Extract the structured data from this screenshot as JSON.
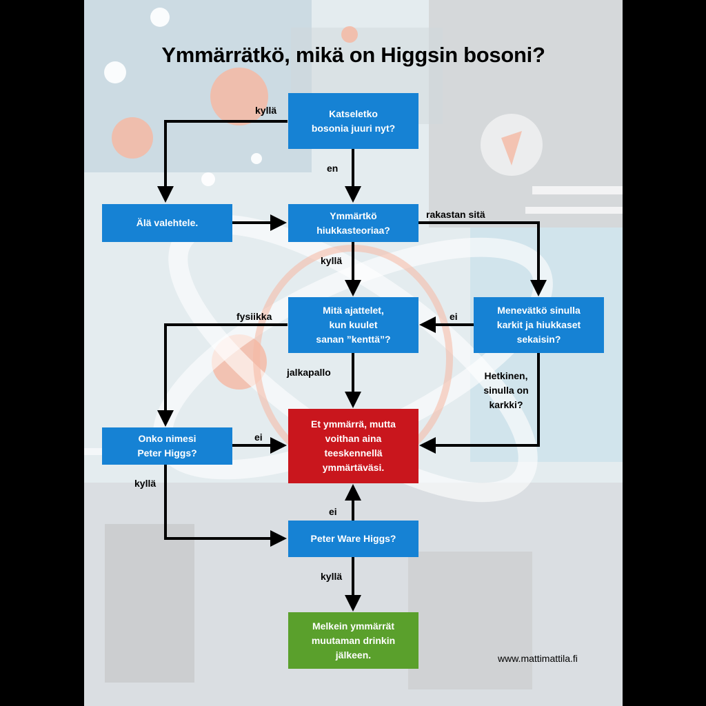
{
  "title": "Ymmärrätkö, mikä on Higgsin bosoni?",
  "credit": "www.mattimattila.fi",
  "colors": {
    "box_blue": "#1682d4",
    "box_red": "#c9161d",
    "box_green": "#5aa02c",
    "arrow": "#000000"
  },
  "nodes": {
    "watching": "Katseletko\nbosonia juuri nyt?",
    "dont_lie": "Älä valehtele.",
    "particle_theory": "Ymmärtkö\nhiukkasteoriaa?",
    "field": "Mitä ajattelet,\nkun kuulet\nsanan ”kenttä”?",
    "candy_mixup": "Menevätkö sinulla\nkarkit ja hiukkaset\nsekaisin?",
    "peter_higgs": "Onko nimesi\nPeter Higgs?",
    "pretend": "Et ymmärrä, mutta\nvoithan aina\nteeskennellä\nymmärtäväsi.",
    "peter_ware": "Peter Ware Higgs?",
    "almost": "Melkein ymmärrät\nmuutaman drinkin\njälkeen."
  },
  "labels": {
    "yes_top": "kyllä",
    "no_top": "en",
    "love_it": "rakastan sitä",
    "yes_theory": "kyllä",
    "physics": "fysiikka",
    "football": "jalkapallo",
    "no_candy": "ei",
    "wait_candy": "Hetkinen,\nsinulla on\nkarkki?",
    "no_name": "ei",
    "yes_name": "kyllä",
    "no_ware": "ei",
    "yes_ware": "kyllä"
  }
}
